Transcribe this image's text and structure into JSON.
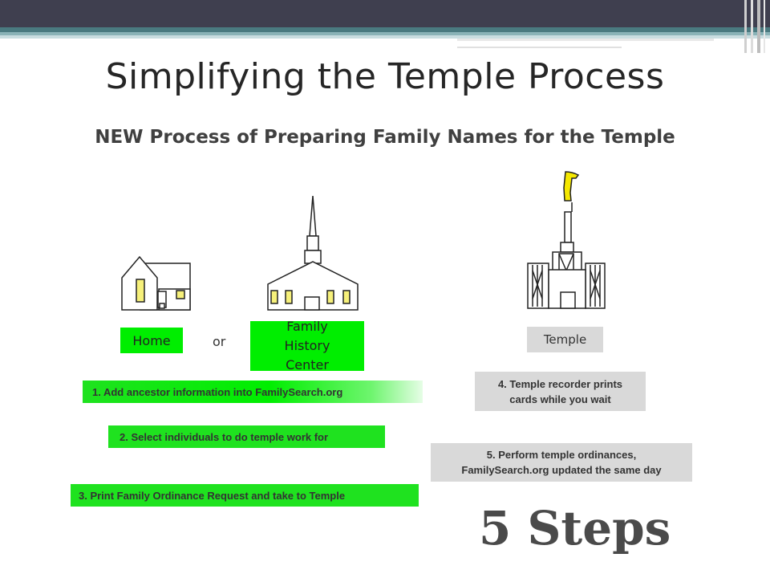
{
  "slide": {
    "title": "Simplifying the Temple Process",
    "subtitle": "NEW Process of Preparing Family Names for the Temple",
    "colors": {
      "green_label": "#00ee00",
      "grey_label": "#d9d9d9",
      "band_dark": "#3f3f4f",
      "band_teal": "#4a7a80",
      "angel_gold": "#f5e800"
    }
  },
  "places": {
    "home": "Home",
    "or": "or",
    "family_history_center": "Family History Center",
    "temple": "Temple"
  },
  "steps": [
    {
      "text": "1. Add ancestor information into FamilySearch.org"
    },
    {
      "text": "2. Select individuals to do temple work for"
    },
    {
      "text": "3. Print Family Ordinance Request and take to Temple"
    },
    {
      "line1": "4. Temple recorder prints",
      "line2": "cards while you wait"
    },
    {
      "line1": "5. Perform temple ordinances,",
      "line2": "FamilySearch.org updated the same day"
    }
  ],
  "footer": {
    "steps_count": "5 Steps"
  },
  "icons": [
    "house-icon",
    "church-icon",
    "temple-icon",
    "angel-moroni-icon"
  ]
}
